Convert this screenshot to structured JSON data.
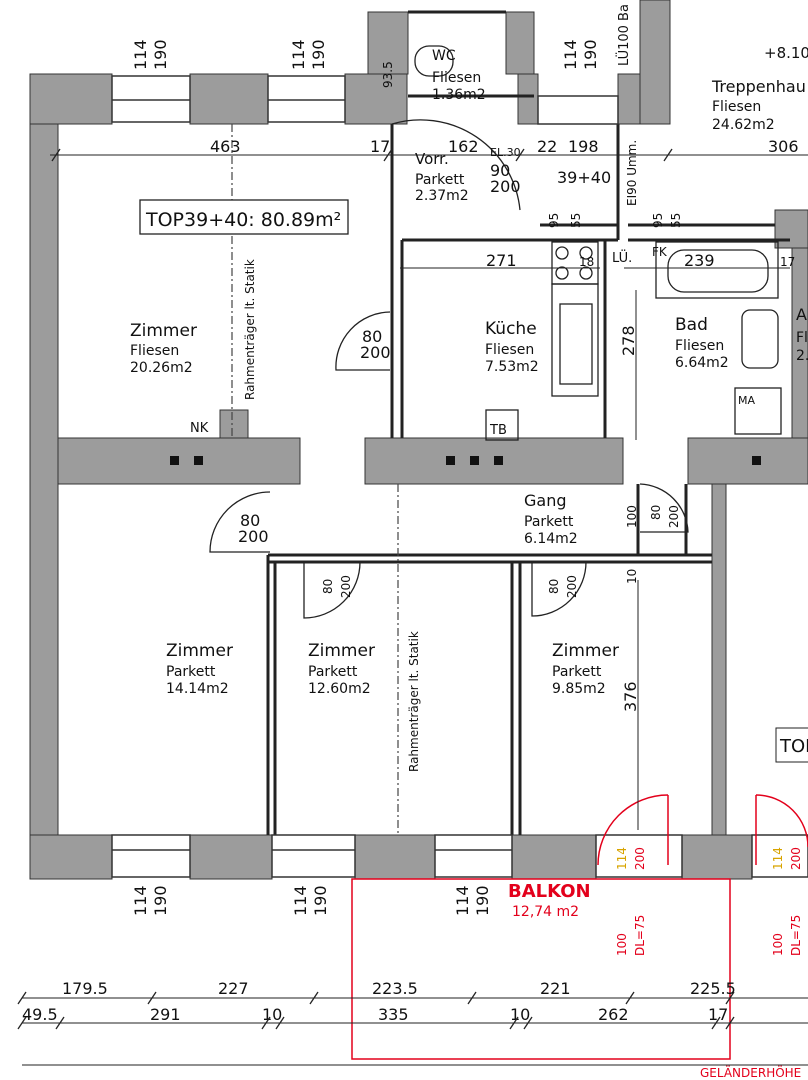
{
  "unit_label": "TOP39+40: 80.89m²",
  "unit_label_partial": "TOP",
  "rooms": [
    {
      "key": "zimmer1",
      "name": "Zimmer",
      "floor": "Fliesen",
      "area": "20.26m2"
    },
    {
      "key": "kueche",
      "name": "Küche",
      "floor": "Fliesen",
      "area": "7.53m2"
    },
    {
      "key": "bad",
      "name": "Bad",
      "floor": "Fliesen",
      "area": "6.64m2"
    },
    {
      "key": "vorr",
      "name": "Vorr.",
      "floor": "Parkett",
      "area": "2.37m2"
    },
    {
      "key": "wc",
      "name": "WC",
      "floor": "Fliesen",
      "area": "1.36m2"
    },
    {
      "key": "treppenhaus",
      "name": "Treppenhau",
      "floor": "Fliesen",
      "area": "24.62m2"
    },
    {
      "key": "gang",
      "name": "Gang",
      "floor": "Parkett",
      "area": "6.14m2"
    },
    {
      "key": "zimmer2",
      "name": "Zimmer",
      "floor": "Parkett",
      "area": "14.14m2"
    },
    {
      "key": "zimmer3",
      "name": "Zimmer",
      "floor": "Parkett",
      "area": "12.60m2"
    },
    {
      "key": "zimmer4",
      "name": "Zimmer",
      "floor": "Parkett",
      "area": "9.85m2"
    }
  ],
  "partial_room": {
    "name": "A",
    "floor": "Fl",
    "area": "2."
  },
  "balcony": {
    "name": "BALKON",
    "area": "12,74 m2"
  },
  "notes": {
    "rahmen": "Rahmenträger lt. Statik",
    "nk": "NK",
    "el": "EL.30",
    "ei90": "EI90 Umm.",
    "lu100": "LÜ100 Ba",
    "lu": "LÜ.",
    "fk": "FK",
    "ma": "MA",
    "tb": "TB",
    "level": "+8.10",
    "door_top": "39+40",
    "gelaender": "GELÄNDERHÖHE"
  },
  "dims": {
    "d463": "463",
    "d17": "17",
    "d162": "162",
    "d22": "22",
    "d198": "198",
    "d306": "306",
    "d271": "271",
    "d18": "18",
    "d239": "239",
    "d17b": "17",
    "d278": "278",
    "d376": "376",
    "d10": "10",
    "d100": "100",
    "d95": "95",
    "d55": "55",
    "d935": "93.5",
    "d80": "80",
    "d90": "90",
    "d200": "200",
    "d114": "114",
    "d190": "190",
    "dl_a": "100",
    "dl_b": "DL=75",
    "dl_c": "200",
    "row1": [
      "179.5",
      "227",
      "223.5",
      "221",
      "225.5"
    ],
    "row2": [
      "49.5",
      "291",
      "10",
      "335",
      "10",
      "262",
      "17"
    ]
  }
}
